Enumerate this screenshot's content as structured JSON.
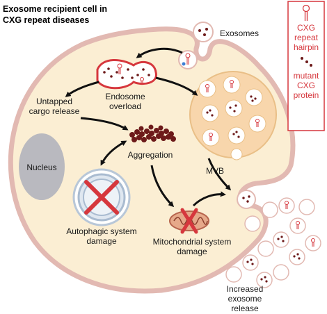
{
  "title": [
    "Exosome recipient cell in",
    "CXG repeat diseases"
  ],
  "legend": {
    "hairpin": [
      "CXG",
      "repeat",
      "hairpin"
    ],
    "protein": [
      "mutant",
      "CXG",
      "protein"
    ]
  },
  "labels": {
    "exosomes": "Exosomes",
    "endosome": [
      "Endosome",
      "overload"
    ],
    "untapped": [
      "Untapped",
      "cargo release"
    ],
    "aggregation": "Aggregation",
    "nucleus": "Nucleus",
    "mvb": "MVB",
    "autophagic": [
      "Autophagic system",
      "damage"
    ],
    "mitochondrial": [
      "Mitochondrial system",
      "damage"
    ],
    "release": [
      "Increased",
      "exosome",
      "release"
    ]
  },
  "colors": {
    "cell_fill": "#fbeed3",
    "cell_border": "#e2b9b2",
    "accent": "#d6373d",
    "nucleus": "#b9b9bf",
    "mvb_fill": "#f8d6ac",
    "aggregate": "#6d1a1a"
  }
}
